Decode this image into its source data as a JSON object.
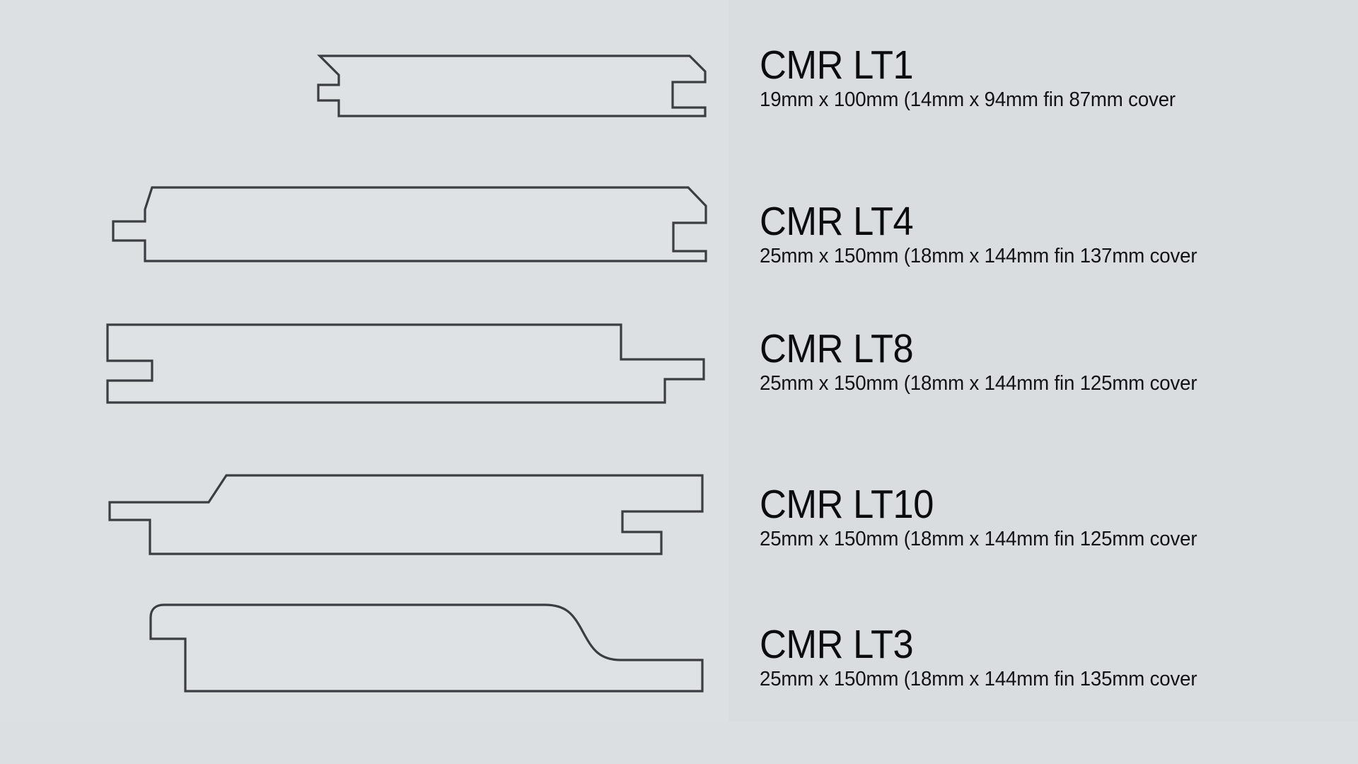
{
  "page": {
    "background_color": "#dcdfe2",
    "panel_color": "#dde0e3",
    "line_color": "#3a3d42",
    "fill_color": "#dfe2e5",
    "text_color": "#0b0c0d"
  },
  "profiles": [
    {
      "id": "cmr-lt1",
      "title": "CMR LT1",
      "spec": "19mm x 100mm (14mm x 94mm fin 87mm cover",
      "nominal_thickness_mm": 19,
      "nominal_width_mm": 100,
      "finished_thickness_mm": 14,
      "finished_width_mm": 94,
      "cover_mm": 87,
      "profile_shape": "tongue-and-groove-chamfered",
      "shape_icon": "board-profile-icon"
    },
    {
      "id": "cmr-lt4",
      "title": "CMR LT4",
      "spec": "25mm x 150mm (18mm x 144mm fin 137mm cover",
      "nominal_thickness_mm": 25,
      "nominal_width_mm": 150,
      "finished_thickness_mm": 18,
      "finished_width_mm": 144,
      "cover_mm": 137,
      "profile_shape": "tongue-and-groove-chamfered",
      "shape_icon": "board-profile-icon"
    },
    {
      "id": "cmr-lt8",
      "title": "CMR LT8",
      "spec": "25mm x 150mm (18mm x 144mm fin 125mm cover",
      "nominal_thickness_mm": 25,
      "nominal_width_mm": 150,
      "finished_thickness_mm": 18,
      "finished_width_mm": 144,
      "cover_mm": 125,
      "profile_shape": "shiplap-square-edge",
      "shape_icon": "board-profile-icon"
    },
    {
      "id": "cmr-lt10",
      "title": "CMR LT10",
      "spec": "25mm x 150mm (18mm x 144mm fin 125mm cover",
      "nominal_thickness_mm": 25,
      "nominal_width_mm": 150,
      "finished_thickness_mm": 18,
      "finished_width_mm": 144,
      "cover_mm": 125,
      "profile_shape": "shiplap-splayed",
      "shape_icon": "board-profile-icon"
    },
    {
      "id": "cmr-lt3",
      "title": "CMR LT3",
      "spec": "25mm x 150mm (18mm x 144mm fin 135mm cover",
      "nominal_thickness_mm": 25,
      "nominal_width_mm": 150,
      "finished_thickness_mm": 18,
      "finished_width_mm": 144,
      "cover_mm": 135,
      "profile_shape": "ogee-rebated",
      "shape_icon": "board-profile-icon"
    }
  ]
}
